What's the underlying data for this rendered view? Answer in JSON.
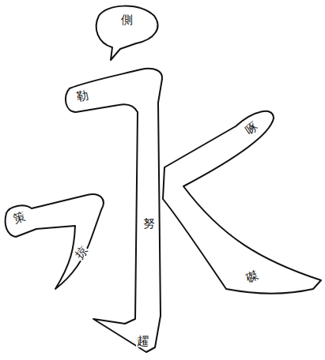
{
  "diagram": {
    "labels": [
      "側",
      "勒",
      "啄",
      "努",
      "策",
      "掠",
      "磔",
      "趯"
    ]
  }
}
